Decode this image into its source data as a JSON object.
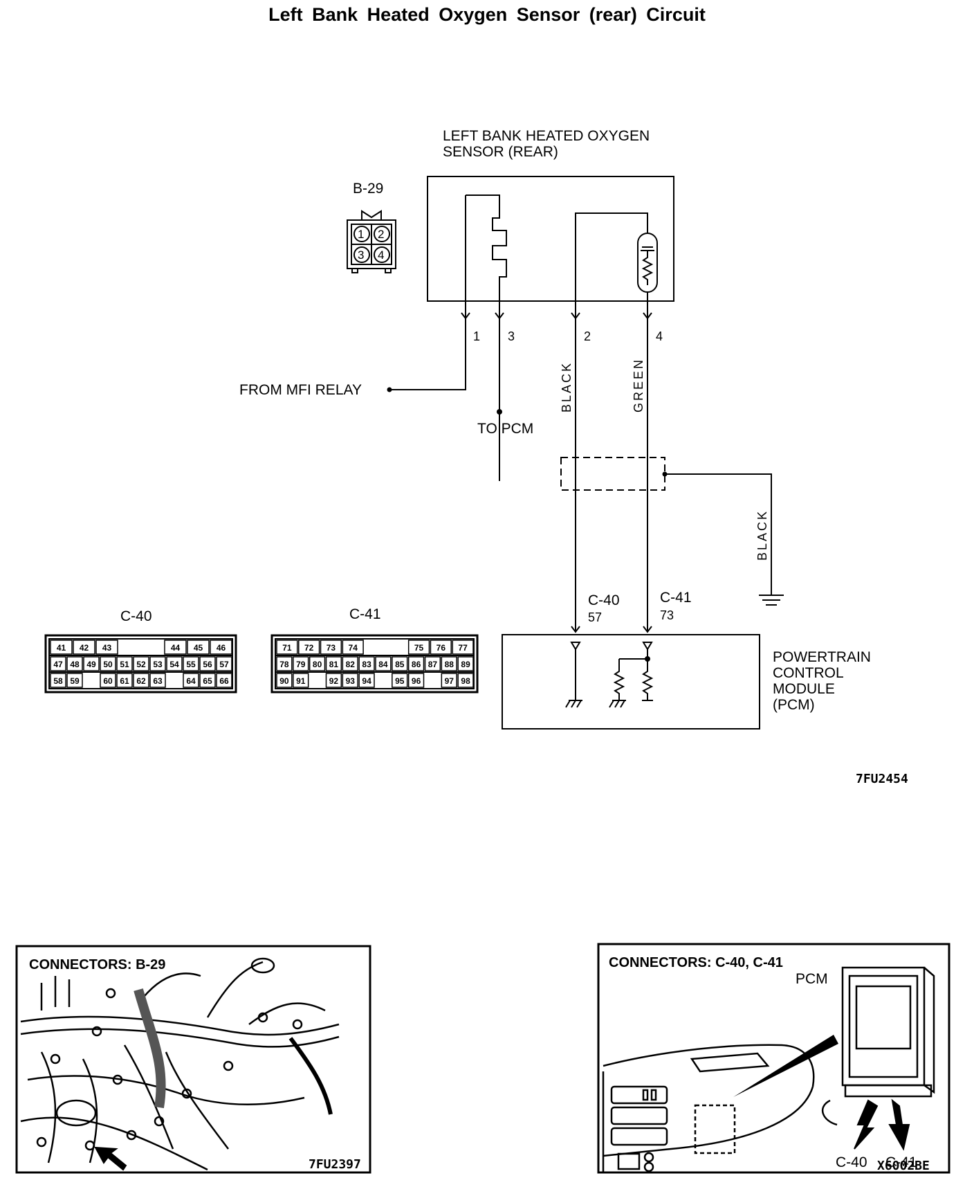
{
  "title": "Left Bank Heated Oxygen Sensor (rear) Circuit",
  "sensor": {
    "label_line1": "LEFT BANK HEATED OXYGEN",
    "label_line2": "SENSOR (REAR)",
    "connector": "B-29",
    "pins": [
      "1",
      "2",
      "3",
      "4"
    ],
    "terminals": [
      "1",
      "3",
      "2",
      "4"
    ]
  },
  "wires": {
    "from_relay": "FROM MFI RELAY",
    "to_pcm": "TO PCM",
    "black": "BLACK",
    "green": "GREEN",
    "shield_black": "BLACK"
  },
  "pcm": {
    "connector_left": "C-40",
    "pin_left": "57",
    "connector_right": "C-41",
    "pin_right": "73",
    "label_line1": "POWERTRAIN",
    "label_line2": "CONTROL",
    "label_line3": "MODULE",
    "label_line4": "(PCM)"
  },
  "connector_c40": {
    "title": "C-40",
    "row1": [
      "41",
      "42",
      "43",
      "",
      "",
      "44",
      "45",
      "46"
    ],
    "row2": [
      "47",
      "48",
      "49",
      "50",
      "51",
      "52",
      "53",
      "54",
      "55",
      "56",
      "57"
    ],
    "row3": [
      "58",
      "59",
      "",
      "60",
      "61",
      "62",
      "63",
      "",
      "64",
      "65",
      "66"
    ]
  },
  "connector_c41": {
    "title": "C-41",
    "row1": [
      "71",
      "72",
      "73",
      "74",
      "",
      "",
      "75",
      "76",
      "77"
    ],
    "row2": [
      "78",
      "79",
      "80",
      "81",
      "82",
      "83",
      "84",
      "85",
      "86",
      "87",
      "88",
      "89"
    ],
    "row3": [
      "90",
      "91",
      "",
      "92",
      "93",
      "94",
      "",
      "95",
      "96",
      "",
      "97",
      "98"
    ]
  },
  "figure_code_main": "7FU2454",
  "photo_left": {
    "title": "CONNECTORS: B-29",
    "code": "7FU2397"
  },
  "photo_right": {
    "title": "CONNECTORS: C-40, C-41",
    "pcm_label": "PCM",
    "arrow_left": "C-40",
    "arrow_right": "C-41",
    "code": "X6002BE"
  }
}
